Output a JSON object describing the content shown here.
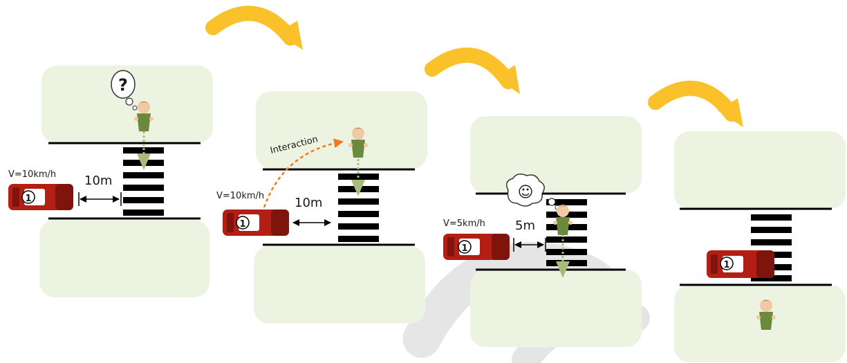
{
  "colors": {
    "grass": "#edf3e1",
    "car_body": "#b31f14",
    "car_dark": "#7e140c",
    "car_window": "#ffffff",
    "arrow_curve": "#fbc12b",
    "arrow_interaction": "#ee7a22",
    "walk_arrow": "#a7bb7b",
    "stripe": "#000000",
    "watermark": "#e0e0e0"
  },
  "icons": {
    "thought_question": "thought-bubble-question-icon",
    "thought_smile": "thought-bubble-smile-icon",
    "transition_arrow": "curved-arrow-icon",
    "car": "red-car-icon",
    "pedestrian": "pedestrian-icon"
  },
  "car_label": "1",
  "question_mark": "?",
  "smiley": "☺",
  "scenes": [
    {
      "speed": "V=10km/h",
      "distance": "10m"
    },
    {
      "speed": "V=10km/h",
      "distance": "10m",
      "interaction": "Interaction"
    },
    {
      "speed": "V=5km/h",
      "distance": "5m"
    },
    {}
  ]
}
